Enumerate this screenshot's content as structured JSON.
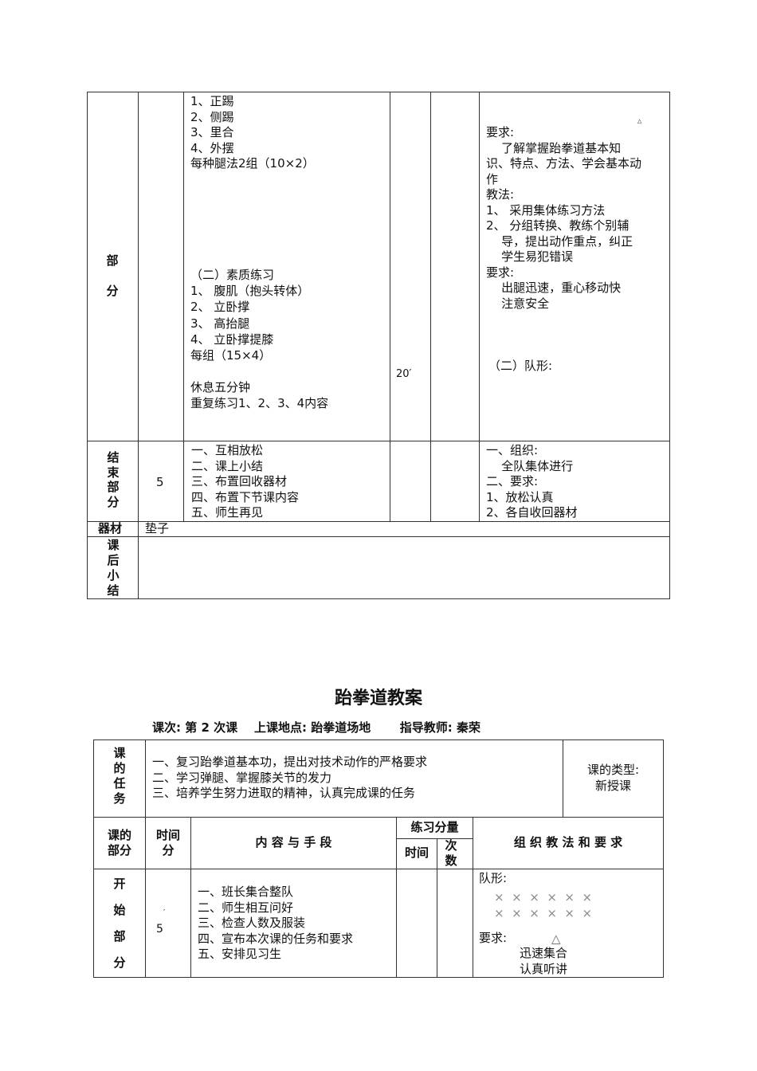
{
  "top_table": {
    "section_label": [
      "部",
      "分"
    ],
    "main_content_a": [
      "1、正踢",
      "2、侧踢",
      "3、里合",
      "4、外摆",
      "每种腿法2组（10×2）"
    ],
    "main_content_b": [
      "（二）素质练习",
      "1、 腹肌（抱头转体）",
      "2、 立卧撑",
      "3、 高抬腿",
      "4、 立卧撑提膝",
      "每组（15×4）",
      "",
      "休息五分钟",
      "重复练习1、2、3、4内容"
    ],
    "main_time": "20′",
    "main_org_marker": "△",
    "main_org": [
      "要求:",
      "    了解掌握跆拳道基本知",
      "识、特点、方法、学会基本动",
      "作",
      "教法:",
      "1、 采用集体练习方法",
      "2、 分组转换、教练个别辅",
      "    导，提出动作重点，纠正",
      "    学生易犯错误",
      "要求:",
      "    出腿迅速，重心移动快",
      "    注意安全"
    ],
    "main_org_formation": "（二）队形:",
    "end_label": "结束部分",
    "end_time": "5",
    "end_content": [
      "一、互相放松",
      "二、课上小结",
      "三、布置回收器材",
      "四、布置下节课内容",
      "五、师生再见"
    ],
    "end_org": [
      "一、组织:",
      "    全队集体进行",
      "二、要求:",
      "1、放松认真",
      "2、各自收回器材"
    ],
    "equipment_label": "器材",
    "equipment_value": "垫子",
    "summary_label": "课后小结"
  },
  "lesson2": {
    "title": "跆拳道教案",
    "meta": "课次: 第 2 次课    上课地点: 跆拳道场地       指导教师: 秦荣",
    "task_label": "课的任务",
    "tasks": [
      "一、复习跆拳道基本功，提出对技术动作的严格要求",
      "二、学习弹腿、掌握膝关节的发力",
      "三、培养学生努力进取的精神，认真完成课的任务"
    ],
    "lesson_type_label": "课的类型:",
    "lesson_type": "新授课",
    "headers": {
      "part": [
        "课的",
        "部分"
      ],
      "time": [
        "时间",
        "分"
      ],
      "content": "内 容 与 手 段",
      "practice": "练习分量",
      "practice_time": "时间",
      "practice_count": [
        "次",
        "数"
      ],
      "org": "组 织 教 法 和 要 求"
    },
    "start_label": "开始部分",
    "start_time": "5",
    "start_time_mark": "′",
    "start_content": [
      "一、班长集合整队",
      "二、师生相互问好",
      "三、检查人数及服装",
      "四、宣布本次课的任务和要求",
      "五、安排见习生"
    ],
    "start_org_formation": "队形:",
    "formation_rows": [
      "×  ×  ×  ×  ×  ×",
      "×  ×  ×  ×  ×  ×"
    ],
    "teacher_marker": "△",
    "start_org_req": "要求:",
    "start_org_items": [
      "迅速集合",
      "认真听讲"
    ]
  }
}
